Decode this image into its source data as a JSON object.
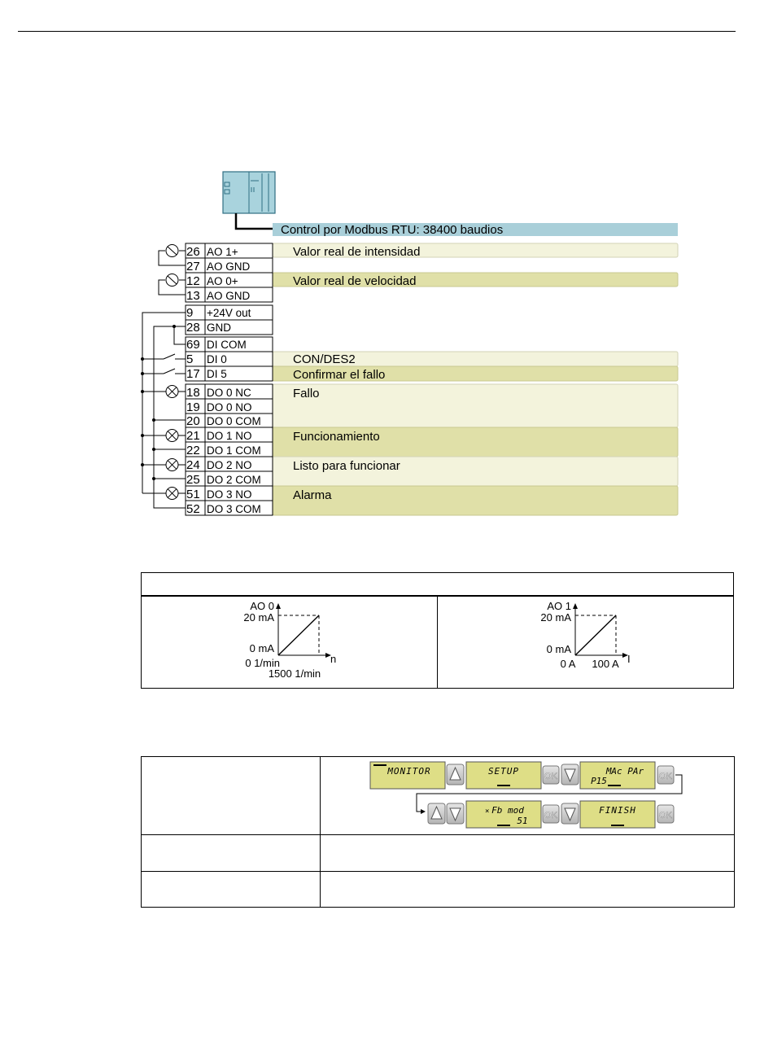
{
  "diagram": {
    "modbus_label": "Control por Modbus RTU: 38400 baudios",
    "terminals": [
      {
        "num": "26",
        "name": "AO 1+"
      },
      {
        "num": "27",
        "name": "AO GND"
      },
      {
        "num": "12",
        "name": "AO 0+"
      },
      {
        "num": "13",
        "name": "AO GND"
      },
      {
        "num": "9",
        "name": "+24V out"
      },
      {
        "num": "28",
        "name": "GND"
      },
      {
        "num": "69",
        "name": "DI COM"
      },
      {
        "num": "5",
        "name": "DI 0"
      },
      {
        "num": "17",
        "name": "DI 5"
      },
      {
        "num": "18",
        "name": "DO 0 NC"
      },
      {
        "num": "19",
        "name": "DO 0 NO"
      },
      {
        "num": "20",
        "name": "DO 0 COM"
      },
      {
        "num": "21",
        "name": "DO 1 NO"
      },
      {
        "num": "22",
        "name": "DO 1 COM"
      },
      {
        "num": "24",
        "name": "DO 2 NO"
      },
      {
        "num": "25",
        "name": "DO 2 COM"
      },
      {
        "num": "51",
        "name": "DO 3 NO"
      },
      {
        "num": "52",
        "name": "DO 3 COM"
      }
    ],
    "functions": [
      "Valor real de intensidad",
      "Valor real de velocidad",
      "CON/DES2",
      "Confirmar el fallo",
      "Fallo",
      "Funcionamiento",
      "Listo para funcionar",
      "Alarma"
    ],
    "colors": {
      "modbus_band": "#a9cfd9",
      "pale": "#f3f3dc",
      "olive": "#e0e0a8",
      "device": "#a9d3dd"
    }
  },
  "scaling_table": {
    "ao0": {
      "y_label": "AO 0",
      "y_max": "20 mA",
      "y_min": "0 mA",
      "x_min": "0 1/min",
      "x_max": "1500 1/min",
      "x_axis": "n"
    },
    "ao1": {
      "y_label": "AO 1",
      "y_max": "20 mA",
      "y_min": "0 mA",
      "x_min": "0 A",
      "x_max": "100 A",
      "x_axis": "I"
    }
  },
  "bop_table": {
    "screens": {
      "monitor": "MONITOR",
      "setup": "SETUP",
      "macpar_l1": "MAc PAr",
      "macpar_l2": "P15",
      "fbmod_l1": "Fb mod",
      "fbmod_l2": "51",
      "finish": "FINISH"
    },
    "ok": "OK"
  }
}
